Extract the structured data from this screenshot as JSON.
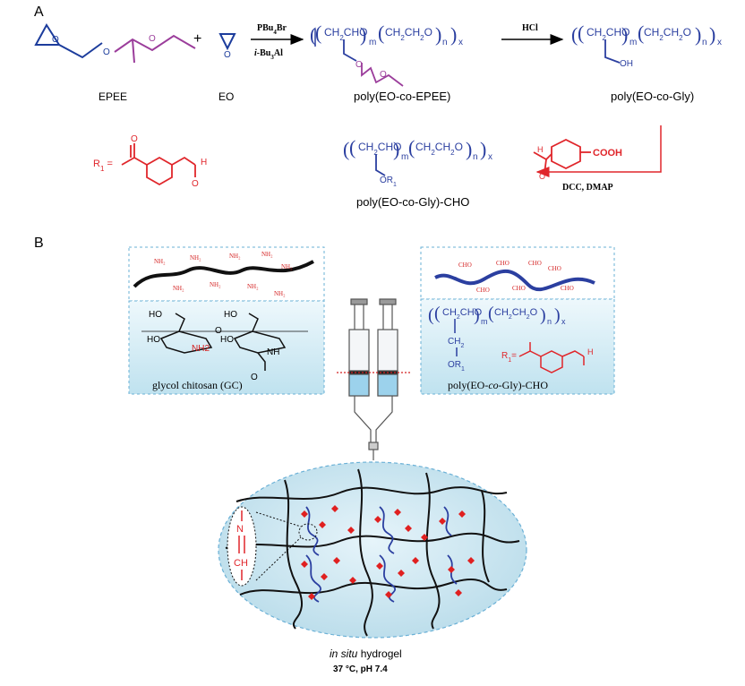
{
  "panels": {
    "a": "A",
    "b": "B"
  },
  "scheme_a": {
    "epee_label": "EPEE",
    "eo_label": "EO",
    "plus": "+",
    "reagent_top": "PBu4Br",
    "reagent_bottom": "i-Bu3Al",
    "copolymer_label": "poly(EO-co-EPEE)",
    "hcl": "HCl",
    "oh": "OH",
    "gly_label": "poly(EO-co-Gly)",
    "acid_group": "COOH",
    "coupling": "DCC, DMAP",
    "r1": "R1 =",
    "or1": "OR1",
    "aldehyde_h": "H",
    "cho_label": "poly(EO-co-Gly)-CHO",
    "repeat_left": "(CH2CHO)",
    "repeat_right": "(CH2CH2O)",
    "m": "m",
    "n": "n",
    "x": "x"
  },
  "scheme_b": {
    "amine": "NH2",
    "aldehyde": "CHO",
    "gc_label": "glycol chitosan (GC)",
    "gc_ho": "HO",
    "gc_oh": "OH",
    "gc_nh": "NH",
    "gc_nh2": "NH2",
    "gc_o": "O",
    "cho_polymer_label": "poly(EO-co-Gly)-CHO",
    "ch2": "CH2",
    "or1": "OR1",
    "r1": "R1 =",
    "h": "H",
    "imine_n": "N",
    "imine_ch": "CH",
    "hydrogel_label": "in situ hydrogel",
    "conditions": "37 °C, pH 7.4"
  },
  "colors": {
    "blue_polymer": "#2b3fa0",
    "purple_sidechain": "#9b3d9b",
    "red_reagent": "#e0262b",
    "light_blue_panel": "#cfe9f3",
    "gel_fill": "#cbe6f1"
  }
}
